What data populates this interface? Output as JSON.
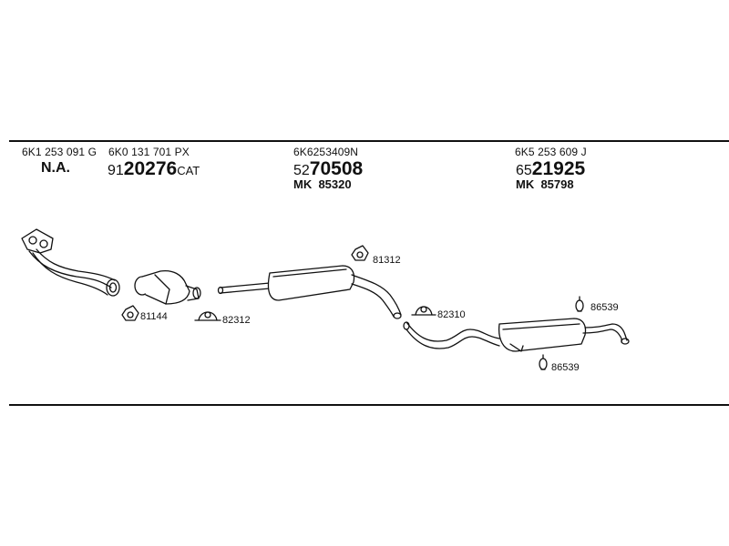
{
  "columns": {
    "col1": {
      "oe_code": "6K1 253 091 G",
      "label": "N.A."
    },
    "col2": {
      "oe_code": "6K0 131 701 PX",
      "part_prefix": "91",
      "part_number": "20276",
      "part_suffix": "CAT"
    },
    "col3": {
      "oe_code": "6K6253409N",
      "part_prefix": "52",
      "part_number": "70508",
      "mk_prefix": "MK",
      "mk_number": "85320"
    },
    "col4": {
      "oe_code": "6K5 253 609 J",
      "part_prefix": "65",
      "part_number": "21925",
      "mk_prefix": "MK",
      "mk_number": "85798"
    }
  },
  "clamps": {
    "c81144": "81144",
    "c82312": "82312",
    "c81312": "81312",
    "c82310": "82310",
    "c86539a": "86539",
    "c86539b": "86539"
  }
}
